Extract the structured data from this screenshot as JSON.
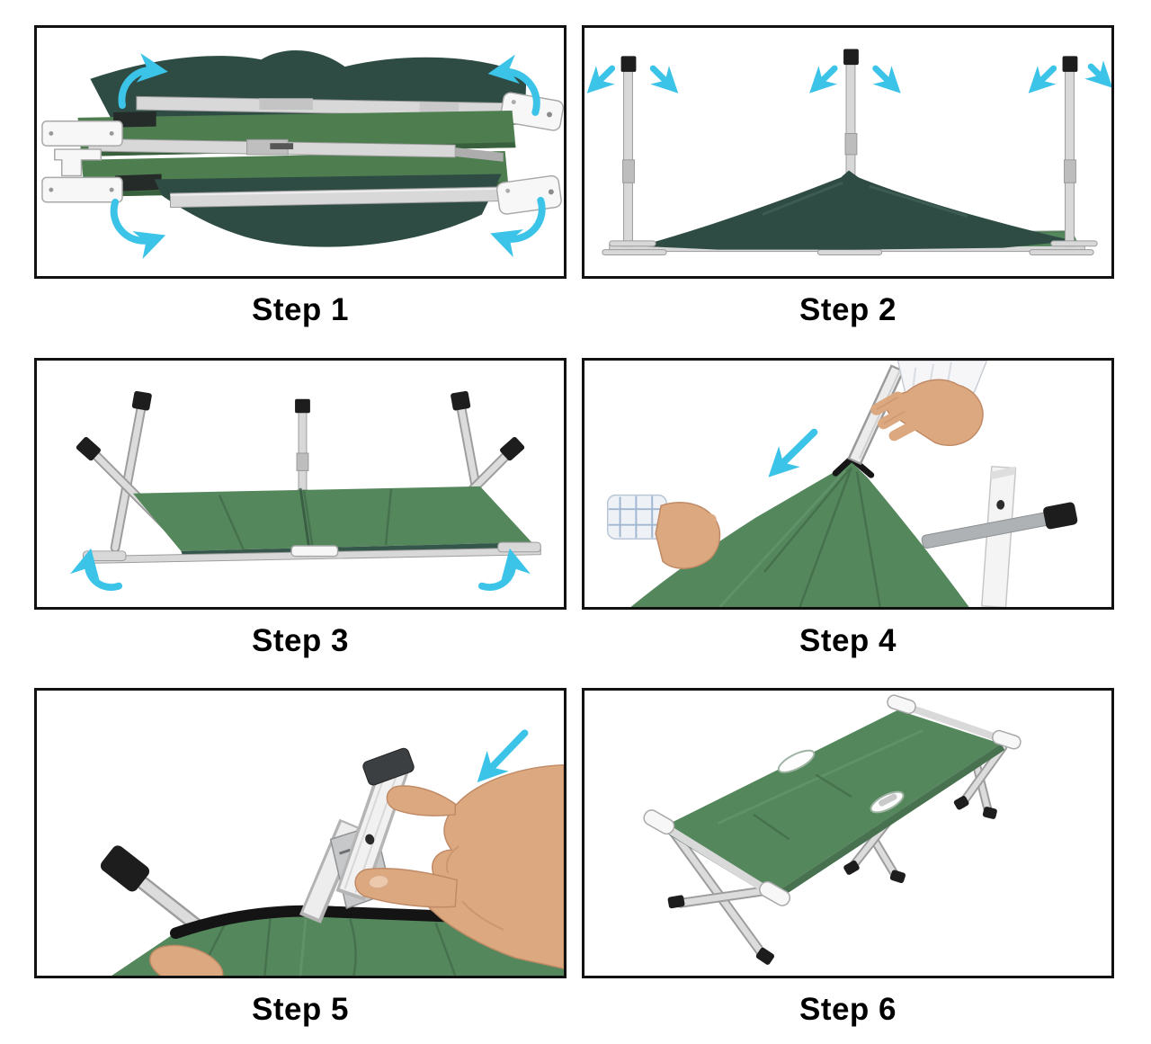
{
  "colors": {
    "background": "#ffffff",
    "panel_border": "#111111",
    "caption_text": "#000000",
    "arrow_cyan": "#3cc3e8",
    "fabric_green": "#55875d",
    "fabric_green_dark": "#3c6342",
    "fabric_dark": "#2e4c44",
    "metal_silver": "#d8d8d8",
    "metal_edge": "#9c9c9c",
    "cap_black": "#1d1d1d",
    "skin": "#dca87f",
    "skin_shade": "#c08a66"
  },
  "steps": [
    {
      "label": "Step 1",
      "illustration": "folded-cot-top-view",
      "arrow_icons": [
        "curved-arrow-top-left",
        "curved-arrow-top-right",
        "curved-arrow-bottom-left",
        "curved-arrow-bottom-right"
      ]
    },
    {
      "label": "Step 2",
      "illustration": "cot-legs-upright-fabric-draped",
      "arrow_icons": [
        "arrow-down-left",
        "arrow-down-right",
        "arrow-down-left",
        "arrow-down-right",
        "arrow-down-left",
        "arrow-down-right"
      ]
    },
    {
      "label": "Step 3",
      "illustration": "cot-upside-down-legs-up",
      "arrow_icons": [
        "curved-arrow-up-left",
        "curved-arrow-up-right"
      ]
    },
    {
      "label": "Step 4",
      "illustration": "insert-end-rod-into-fabric-corner",
      "arrow_icons": [
        "arrow-down-left"
      ]
    },
    {
      "label": "Step 5",
      "illustration": "slide-end-bar-into-fabric-sleeve",
      "arrow_icons": [
        "arrow-down-left"
      ]
    },
    {
      "label": "Step 6",
      "illustration": "assembled-folding-cot",
      "arrow_icons": []
    }
  ]
}
